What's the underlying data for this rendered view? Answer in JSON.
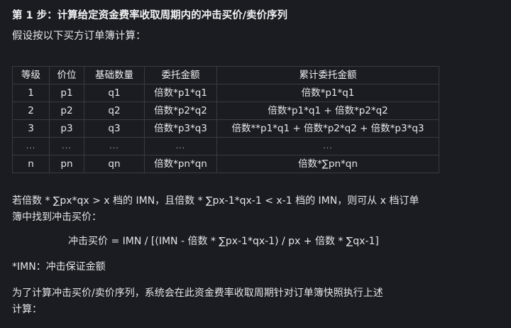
{
  "title": "第 1 步：计算给定资金费率收取周期内的冲击买价/卖价序列",
  "intro": "假设按以下买方订单簿计算：",
  "table": {
    "headers": [
      "等级",
      "价位",
      "基础数量",
      "委托金额",
      "累计委托金额"
    ],
    "rows": [
      [
        "1",
        "p1",
        "q1",
        "倍数*p1*q1",
        "倍数*p1*q1"
      ],
      [
        "2",
        "p2",
        "q2",
        "倍数*p2*q2",
        "倍数*p1*q1 + 倍数*p2*q2"
      ],
      [
        "3",
        "p3",
        "q3",
        "倍数*p3*q3",
        "倍数**p1*q1 + 倍数*p2*q2 + 倍数*p3*q3"
      ],
      [
        "...",
        "...",
        "...",
        "...",
        "..."
      ],
      [
        "n",
        "pn",
        "qn",
        "倍数*pn*qn",
        "倍数*∑pn*qn"
      ]
    ]
  },
  "condition": {
    "line1": "若倍数 * ∑px*qx > x 档的 IMN，且倍数 * ∑px-1*qx-1 < x-1 档的 IMN，则可从 x 档订单",
    "line2": "簿中找到冲击买价："
  },
  "formula": "冲击买价 = IMN / [(IMN - 倍数 * ∑px-1*qx-1) / px + 倍数 * ∑qx-1]",
  "note": "*IMN：冲击保证金额",
  "paragraph": {
    "line1": "为了计算冲击买价/卖价序列，系统会在此资金费率收取周期针对订单簿快照执行上述",
    "line2": "计算："
  }
}
